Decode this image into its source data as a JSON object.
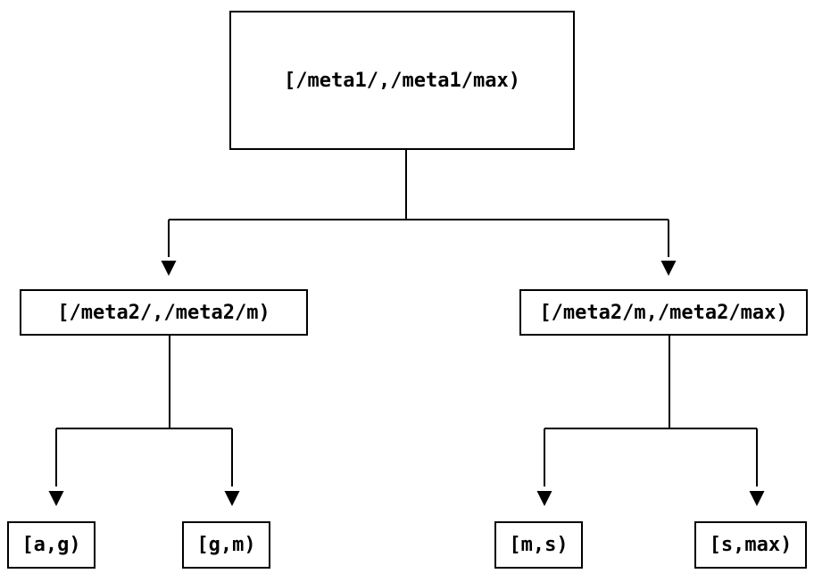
{
  "diagram": {
    "type": "tree",
    "description": "Binary partition tree of key ranges",
    "nodes": {
      "root": {
        "label": "[/meta1/,/meta1/max)"
      },
      "left": {
        "label": "[/meta2/,/meta2/m)"
      },
      "right": {
        "label": "[/meta2/m,/meta2/max)"
      },
      "leaf1": {
        "label": "[a,g)"
      },
      "leaf2": {
        "label": "[g,m)"
      },
      "leaf3": {
        "label": "[m,s)"
      },
      "leaf4": {
        "label": "[s,max)"
      }
    },
    "edges": [
      {
        "from": "root",
        "to": "left"
      },
      {
        "from": "root",
        "to": "right"
      },
      {
        "from": "left",
        "to": "leaf1"
      },
      {
        "from": "left",
        "to": "leaf2"
      },
      {
        "from": "right",
        "to": "leaf3"
      },
      {
        "from": "right",
        "to": "leaf4"
      }
    ],
    "colors": {
      "background": "#ffffff",
      "line": "#000000",
      "box_border": "#000000",
      "text": "#000000"
    }
  }
}
